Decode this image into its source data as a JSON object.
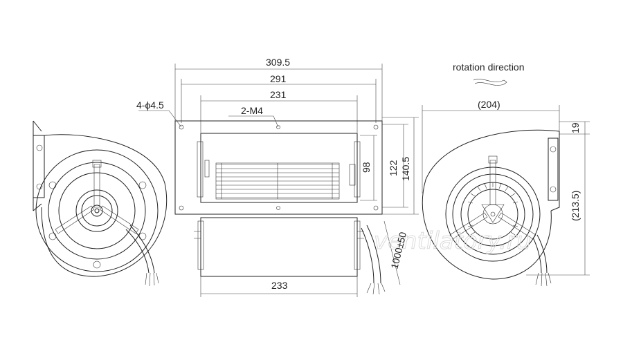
{
  "dimensions": {
    "overall_width": "309.5",
    "mount_spacing": "291",
    "inner_width": "231",
    "thread": "2-M4",
    "mount_holes": "4-ϕ4.5",
    "height_inner": "98",
    "height_mid": "122",
    "height_outer": "140.5",
    "bottom_width": "233",
    "cable_length": "1000±50",
    "side_width": "(204)",
    "side_top": "19",
    "side_height": "(213.5)"
  },
  "labels": {
    "rotation": "rotation direction"
  },
  "watermark": "ventilatory.ru"
}
